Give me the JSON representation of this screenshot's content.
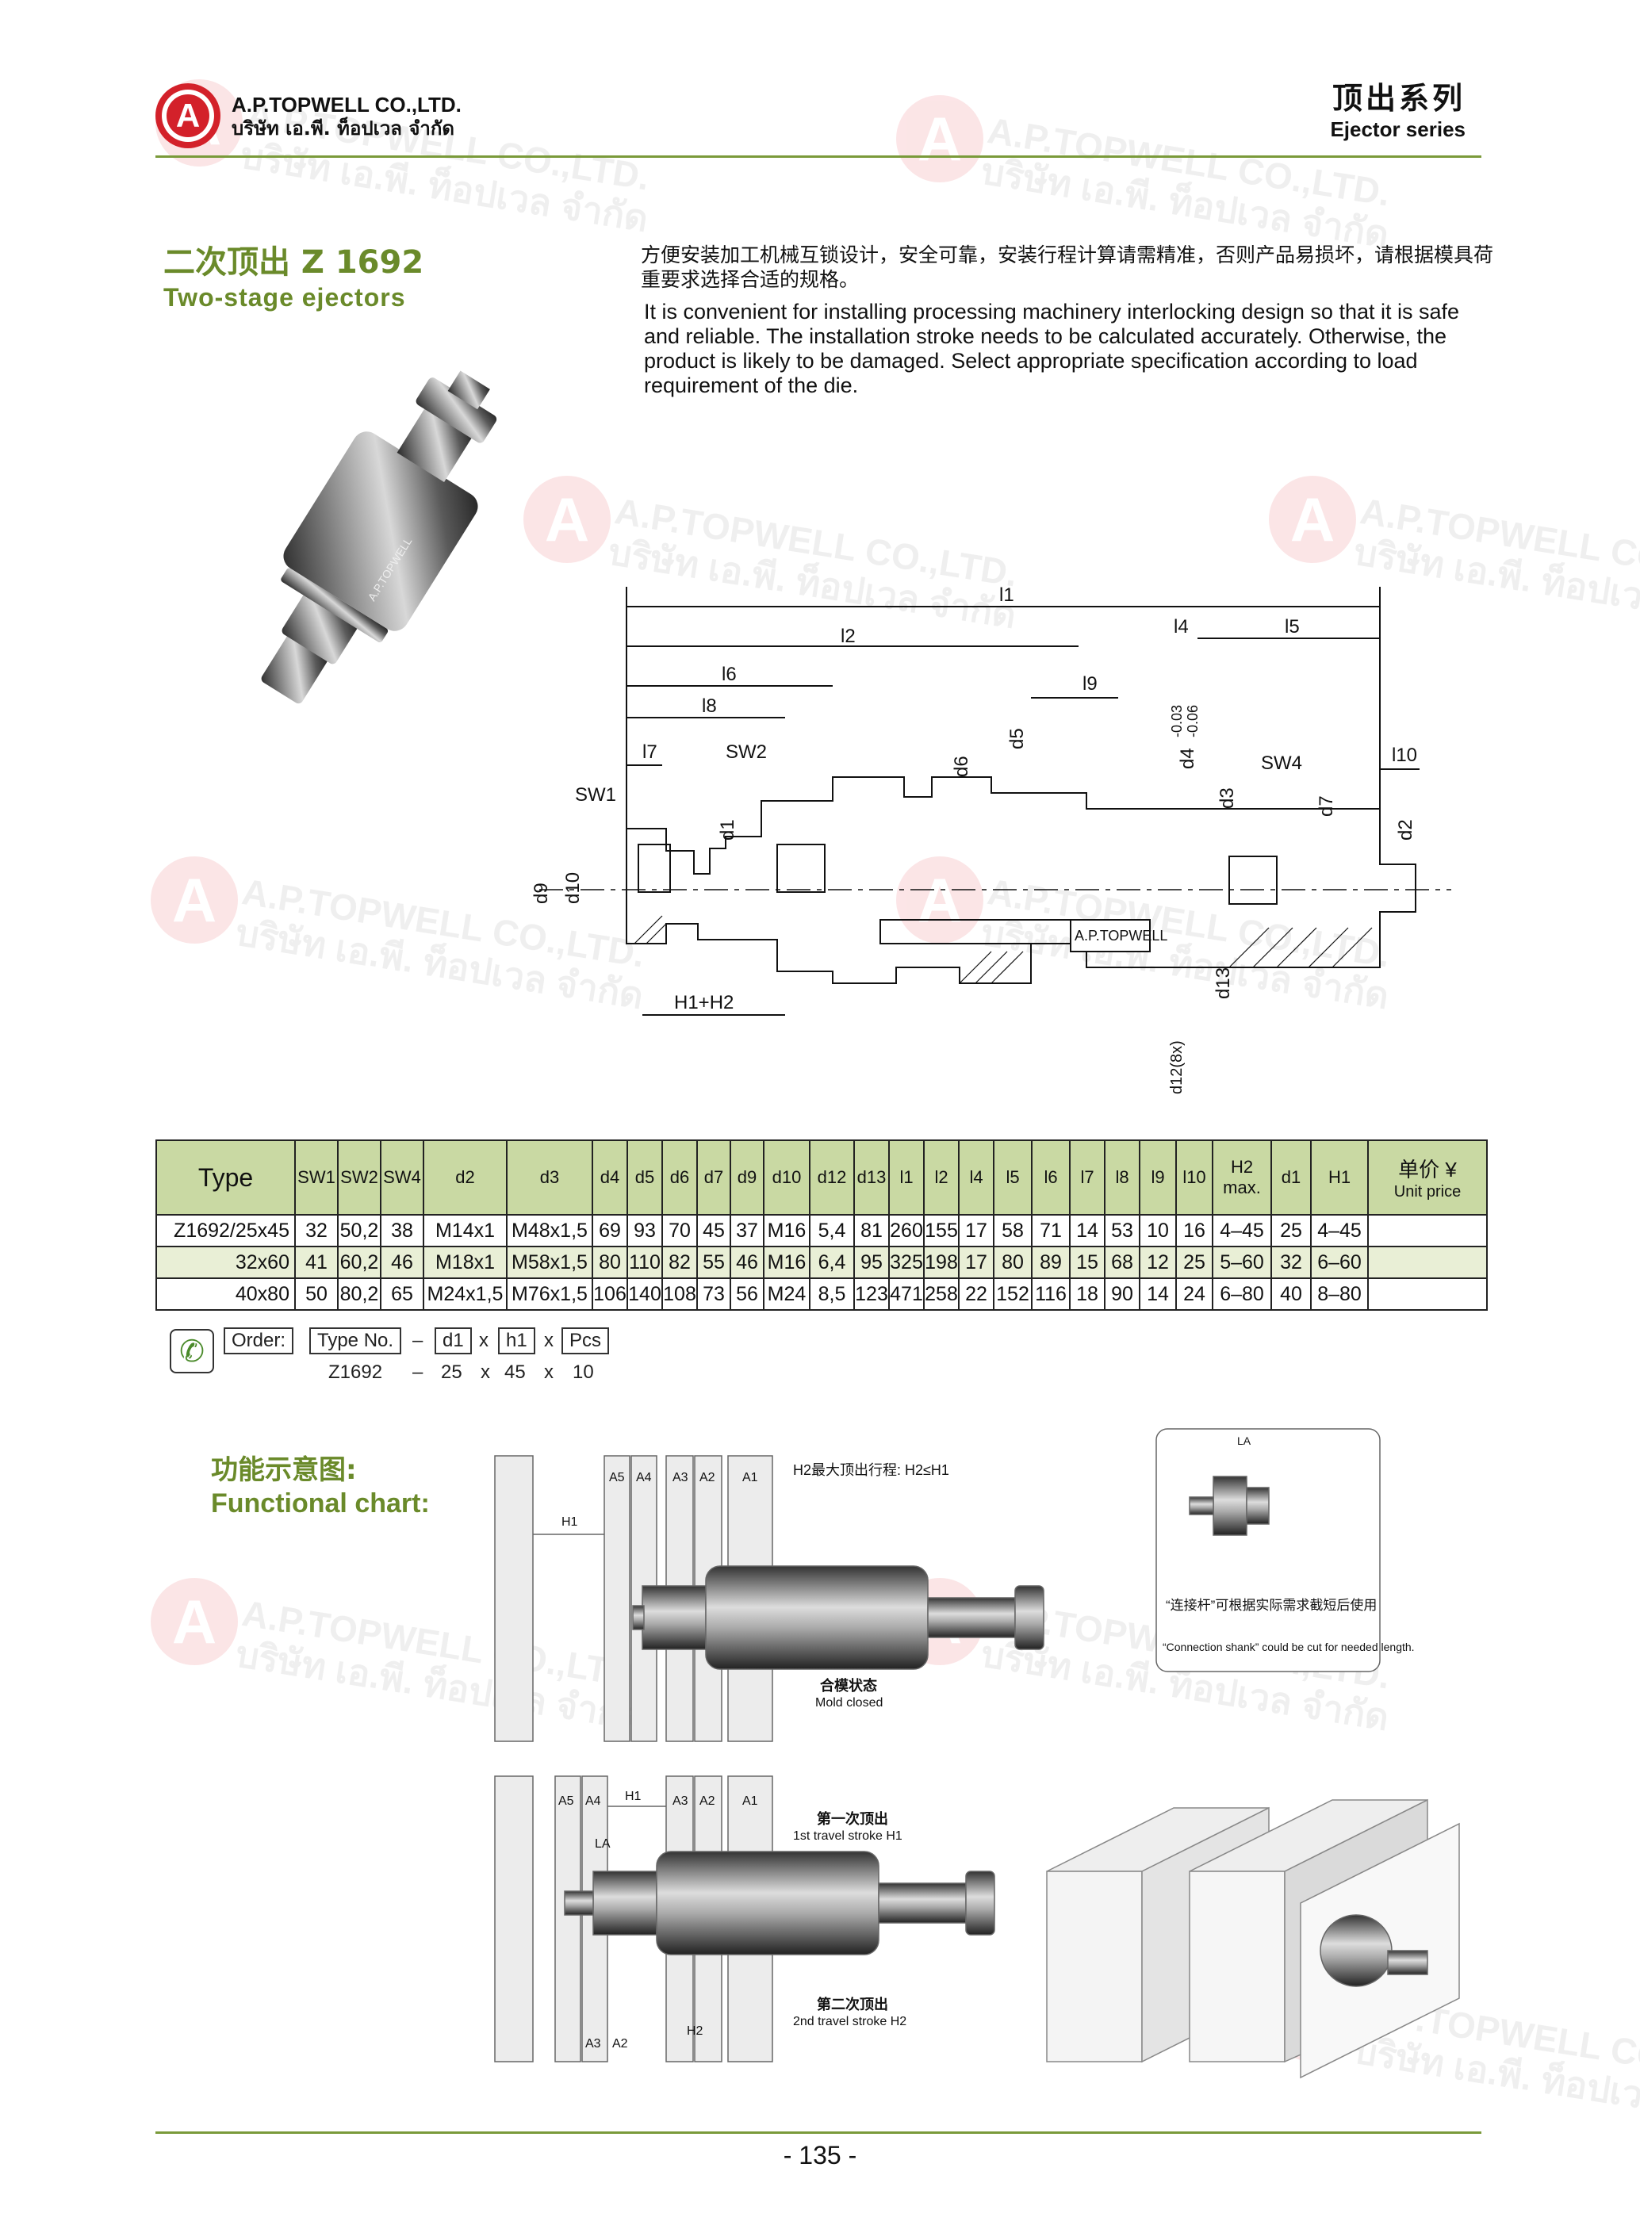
{
  "header": {
    "company_en": "A.P.TOPWELL CO.,LTD.",
    "company_th": "บริษัท เอ.พี. ท็อปเวล จำกัด",
    "series_cn": "顶出系列",
    "series_en": "Ejector series"
  },
  "watermark": {
    "line1": "A.P.TOPWELL CO.,LTD.",
    "line2": "บริษัท เอ.พี. ท็อปเวล จำกัด"
  },
  "product": {
    "title_cn": "二次顶出  Z 1692",
    "title_en": "Two-stage ejectors",
    "desc_cn": "方便安装加工机械互锁设计，安全可靠，安装行程计算请需精准，否则产品易损坏，请根据模具荷重要求选择合适的规格。",
    "desc_en": "It is convenient for installing processing machinery interlocking design so that it is safe and reliable. The installation stroke needs to be calculated accurately. Otherwise, the product is likely to be damaged. Select appropriate specification according to load requirement of the die.",
    "photo_label": "A.P.TOPWELL"
  },
  "drawing": {
    "labels": [
      "l1",
      "l2",
      "l4",
      "l5",
      "l6",
      "l8",
      "l9",
      "l7",
      "SW2",
      "SW1",
      "d9",
      "d10",
      "d1",
      "d6",
      "d5",
      "d4",
      "-0.03",
      "-0.06",
      "d3",
      "SW4",
      "l10",
      "d7",
      "d2",
      "H1+H2",
      "d13",
      "d12(8x)",
      "A.P.TOPWELL"
    ]
  },
  "table": {
    "headers": [
      "Type",
      "SW1",
      "SW2",
      "SW4",
      "d2",
      "d3",
      "d4",
      "d5",
      "d6",
      "d7",
      "d9",
      "d10",
      "d12",
      "d13",
      "l1",
      "l2",
      "l4",
      "l5",
      "l6",
      "l7",
      "l8",
      "l9",
      "l10",
      "H2 max.",
      "d1",
      "H1",
      "单价 ¥",
      "Unit price"
    ],
    "rows": [
      [
        "Z1692/25x45",
        "32",
        "50,2",
        "38",
        "M14x1",
        "M48x1,5",
        "69",
        "93",
        "70",
        "45",
        "37",
        "M16",
        "5,4",
        "81",
        "260",
        "155",
        "17",
        "58",
        "71",
        "14",
        "53",
        "10",
        "16",
        "4–45",
        "25",
        "4–45",
        ""
      ],
      [
        "32x60",
        "41",
        "60,2",
        "46",
        "M18x1",
        "M58x1,5",
        "80",
        "110",
        "82",
        "55",
        "46",
        "M16",
        "6,4",
        "95",
        "325",
        "198",
        "17",
        "80",
        "89",
        "15",
        "68",
        "12",
        "25",
        "5–60",
        "32",
        "6–60",
        ""
      ],
      [
        "40x80",
        "50",
        "80,2",
        "65",
        "M24x1,5",
        "M76x1,5",
        "106",
        "140",
        "108",
        "73",
        "56",
        "M24",
        "8,5",
        "123",
        "471",
        "258",
        "22",
        "152",
        "116",
        "18",
        "90",
        "14",
        "24",
        "6–80",
        "40",
        "8–80",
        ""
      ]
    ]
  },
  "order": {
    "label": "Order:",
    "fields": [
      "Type No.",
      "d1",
      "h1",
      "Pcs"
    ],
    "sep_dash": "–",
    "sep_x": "x",
    "values": [
      "Z1692",
      "25",
      "45",
      "10"
    ]
  },
  "functional": {
    "title_cn": "功能示意图:",
    "title_en": "Functional chart:",
    "plates": [
      "A5",
      "A4",
      "A3",
      "A2",
      "A1"
    ],
    "h1": "H1",
    "h2": "H2",
    "la": "LA",
    "h2_note": "H2最大顶出行程: H2≤H1",
    "mold_closed_cn": "合模状态",
    "mold_closed_en": "Mold closed",
    "stroke1_cn": "第一次顶出",
    "stroke1_en": "1st travel stroke H1",
    "stroke2_cn": "第二次顶出",
    "stroke2_en": "2nd travel stroke H2",
    "shank_cn": "“连接杆”可根据实际需求截短后使用",
    "shank_en": "“Connection shank” could be cut for needed length."
  },
  "page_number": "- 135 -"
}
